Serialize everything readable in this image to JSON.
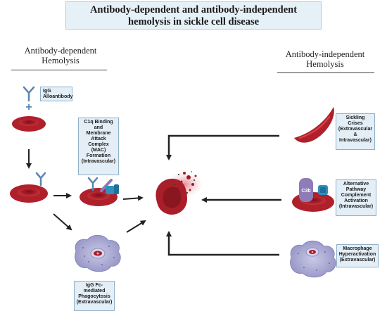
{
  "title": {
    "line1": "Antibody-dependent and antibody-independent",
    "line2": "hemolysis in sickle cell disease"
  },
  "left_heading": {
    "line1": "Antibody-dependent",
    "line2": "Hemolysis"
  },
  "right_heading": {
    "line1": "Antibody-independent",
    "line2": "Hemolysis"
  },
  "labels": {
    "igg": [
      "IgG",
      "Alloantibody"
    ],
    "c1q": [
      "C1q Binding",
      "and",
      "Membrane",
      "Attack",
      "Complex",
      "(MAC)",
      "Formation",
      "(Intravascular)"
    ],
    "fc": [
      "IgG Fc-",
      "mediated",
      "Phagocytosis",
      "(Extravascular)"
    ],
    "sickling": [
      "Sickling",
      "Crises",
      "(Extravascular",
      "&",
      "Intravascular)"
    ],
    "alternative": [
      "Alternative",
      "Pathway",
      "Complement",
      "Activation",
      "(Intravascular)"
    ],
    "macrophage": [
      "Macrophage",
      "Hyperactivation",
      "(Extravascular)"
    ],
    "c3b": "C3b",
    "plus": "+"
  },
  "colors": {
    "rbc": "#b0202b",
    "rbc_highlight": "#d9404a",
    "antibody": "#5a86b5",
    "macrophage": "#a7a6cf",
    "c3b": "#8d7cb8",
    "mac_complex": "#2f8fbf",
    "box_fill": "#e3eef7"
  }
}
